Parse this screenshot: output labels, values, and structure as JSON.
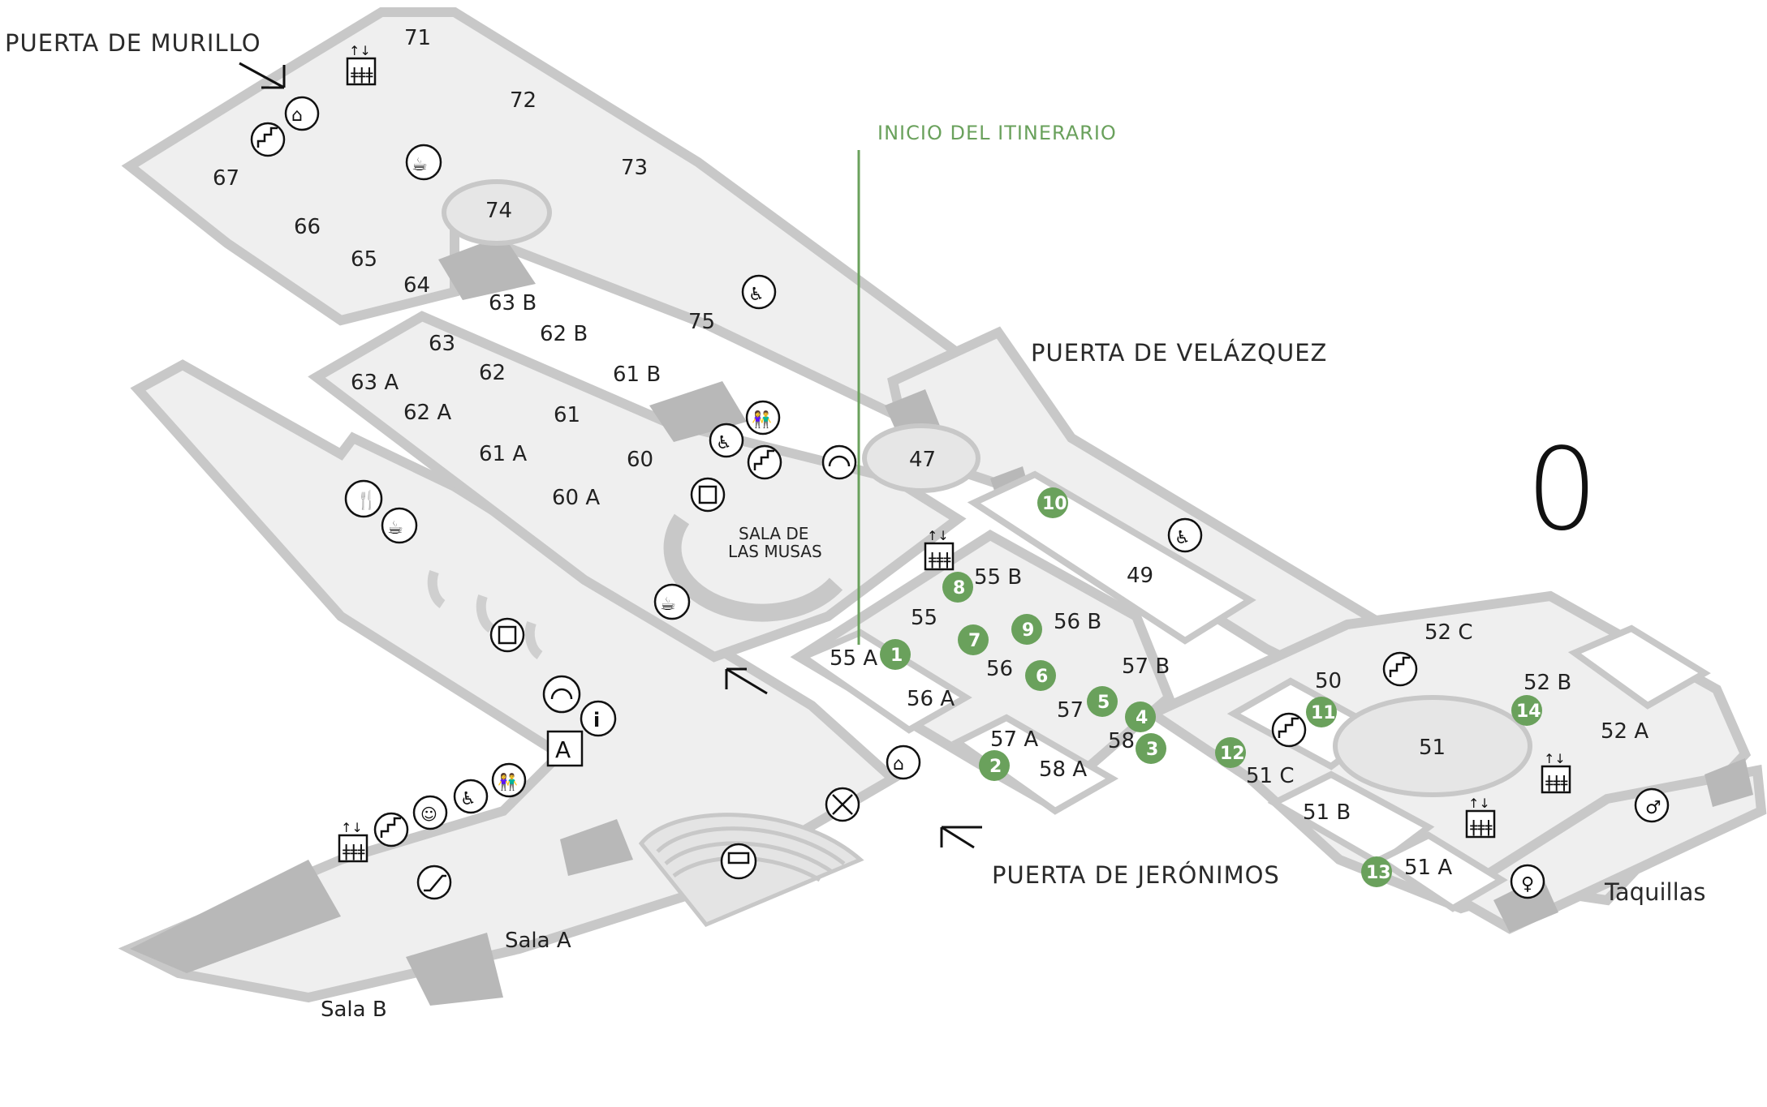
{
  "doors": {
    "murillo": "PUERTA DE MURILLO",
    "velazquez": "PUERTA DE VELÁZQUEZ",
    "jeronimos": "PUERTA DE JERÓNIMOS"
  },
  "itinerary_start": "INICIO DEL ITINERARIO",
  "taquillas": "Taquillas",
  "sala_musas": [
    "SALA DE",
    "LAS MUSAS"
  ],
  "floor_indicator": "0",
  "rooms": {
    "r71": "71",
    "r72": "72",
    "r73": "73",
    "r74": "74",
    "r67": "67",
    "r66": "66",
    "r65": "65",
    "r64": "64",
    "r63b": "63 B",
    "r63": "63",
    "r63a": "63 A",
    "r62b": "62 B",
    "r62": "62",
    "r62a": "62 A",
    "r61b": "61 B",
    "r61": "61",
    "r61a": "61 A",
    "r60": "60",
    "r60a": "60 A",
    "r75": "75",
    "r47": "47",
    "r49": "49",
    "r55b": "55 B",
    "r55": "55",
    "r55a": "55 A",
    "r56b": "56 B",
    "r56": "56",
    "r56a": "56 A",
    "r57b": "57 B",
    "r57": "57",
    "r57a": "57 A",
    "r58": "58",
    "r58a": "58 A",
    "r50": "50",
    "r51c": "51 C",
    "r51b": "51 B",
    "r51a": "51 A",
    "r51": "51",
    "r52c": "52 C",
    "r52b": "52 B",
    "r52a": "52 A",
    "salaA": "Sala A",
    "salaB": "Sala B"
  },
  "stops": [
    "1",
    "2",
    "3",
    "4",
    "5",
    "6",
    "7",
    "8",
    "9",
    "10",
    "11",
    "12",
    "13",
    "14"
  ],
  "colors": {
    "floor": "#efefef",
    "wall": "#c8c8c8",
    "dark": "#b3b3b3",
    "accent": "#6aa15c",
    "text": "#222222"
  },
  "icons": [
    "elevator-icon",
    "cloakroom-icon",
    "stairs-icon",
    "cafe-icon",
    "wheelchair-icon",
    "restroom-icon",
    "audioguide-icon",
    "shop-icon",
    "restaurant-icon",
    "info-icon",
    "ticket-icon",
    "auditorium-icon",
    "escalator-icon",
    "baby-changing-icon",
    "no-entry-icon",
    "man-icon",
    "woman-icon"
  ]
}
